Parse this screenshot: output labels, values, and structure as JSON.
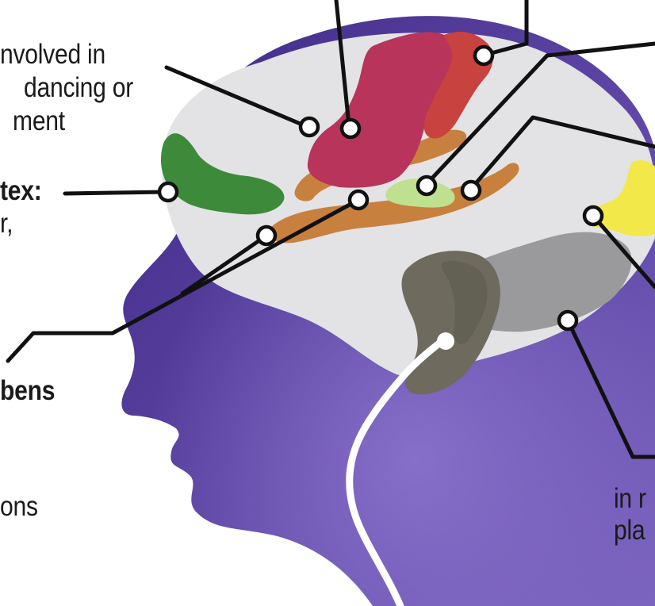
{
  "labels": {
    "left_top_line1": "nvolved in",
    "left_top_line2": "dancing or",
    "left_top_line3": "ment",
    "left_mid_line1": "tex:",
    "left_mid_line2": "r,",
    "left_low": "bens",
    "left_bottom": "ons",
    "right_bottom_line1": "in r",
    "right_bottom_line2": "pla"
  },
  "colors": {
    "head": "#5a3f9e",
    "brain_fill": "#e3e3e6",
    "frontal_green": "#3d8a3b",
    "motor_red": "#b8345a",
    "sensory_red": "#c8423f",
    "temporal_orange": "#c8803e",
    "auditory_lightgreen": "#bfe08f",
    "occipital_yellow": "#f2e84a",
    "cerebellum_gray": "#9a9a9c",
    "brainstem": "#6e6b5e",
    "cord": "#ffffff",
    "line": "#111111"
  },
  "icons": [
    "human-head-silhouette",
    "brain-illustration",
    "spinal-cord-icon"
  ]
}
